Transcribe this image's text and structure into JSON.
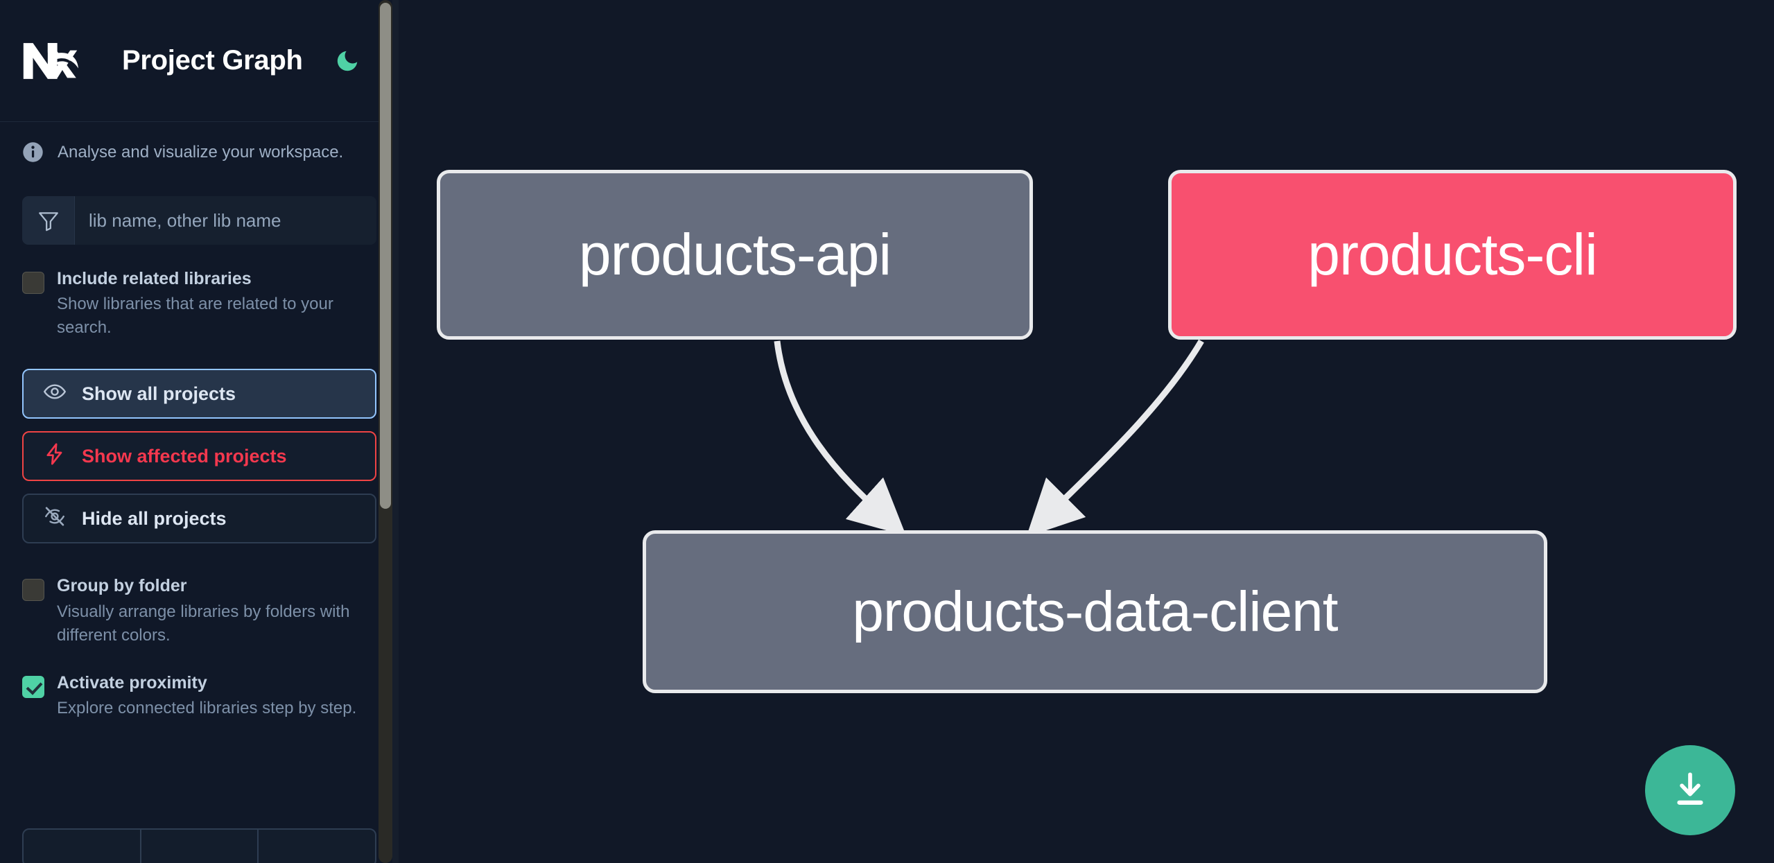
{
  "app": {
    "title": "Project Graph",
    "logo_icon": "nx-logo",
    "theme_toggle_icon": "moon-icon",
    "theme_toggle_color": "#4fd1a5"
  },
  "sidebar": {
    "info": {
      "icon": "info-icon",
      "text": "Analyse and visualize your workspace."
    },
    "filter": {
      "icon": "filter-funnel-icon",
      "placeholder": "lib name, other lib name",
      "value": ""
    },
    "options": [
      {
        "id": "include-related-libraries",
        "label": "Include related libraries",
        "description": "Show libraries that are related to your search.",
        "checked": false
      },
      {
        "id": "group-by-folder",
        "label": "Group by folder",
        "description": "Visually arrange libraries by folders with different colors.",
        "checked": false
      },
      {
        "id": "activate-proximity",
        "label": "Activate proximity",
        "description": "Explore connected libraries step by step.",
        "checked": true
      }
    ],
    "buttons": [
      {
        "id": "show-all-projects",
        "label": "Show all projects",
        "icon": "eye-icon",
        "accent": "#93c5fd"
      },
      {
        "id": "show-affected-projects",
        "label": "Show affected projects",
        "icon": "lightning-bolt-icon",
        "accent": "#f4384e"
      },
      {
        "id": "hide-all-projects",
        "label": "Hide all projects",
        "icon": "eye-slash-icon",
        "accent": "#dde6f2"
      }
    ],
    "scrollbar": {
      "name": "sidebar-scrollbar"
    }
  },
  "graph": {
    "background": "#111827",
    "download_button": {
      "icon": "download-icon",
      "color": "#3cb797"
    },
    "nodes": [
      {
        "id": "products-api",
        "label": "products-api",
        "fill": "#666d7e",
        "border": "#e9eaec",
        "affected": false
      },
      {
        "id": "products-cli",
        "label": "products-cli",
        "fill": "#f8506f",
        "border": "#e9eaec",
        "affected": true
      },
      {
        "id": "products-data-client",
        "label": "products-data-client",
        "fill": "#666d7e",
        "border": "#e9eaec",
        "affected": false
      }
    ],
    "edges": [
      {
        "from": "products-api",
        "to": "products-data-client",
        "color": "#e9eaec"
      },
      {
        "from": "products-cli",
        "to": "products-data-client",
        "color": "#e9eaec"
      }
    ]
  }
}
